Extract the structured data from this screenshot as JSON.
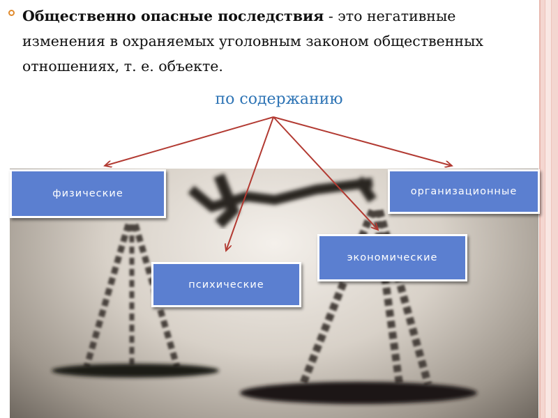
{
  "definition": {
    "term": "Общественно опасные последствия",
    "dash": " - ",
    "text": "это негативные изменения в охраняемых уголовным законом общественных отношениях, т. е. объекте."
  },
  "subtitle": "по содержанию",
  "categories": {
    "physical": "физические",
    "organizational": "организационные",
    "economic": "экономические",
    "mental": "психические"
  },
  "colors": {
    "bullet": "#e08a2c",
    "subtitle": "#2e74b5",
    "box_fill": "#5b7fd0",
    "arrow": "#b23a32",
    "stripe": "#f4d6d0"
  }
}
